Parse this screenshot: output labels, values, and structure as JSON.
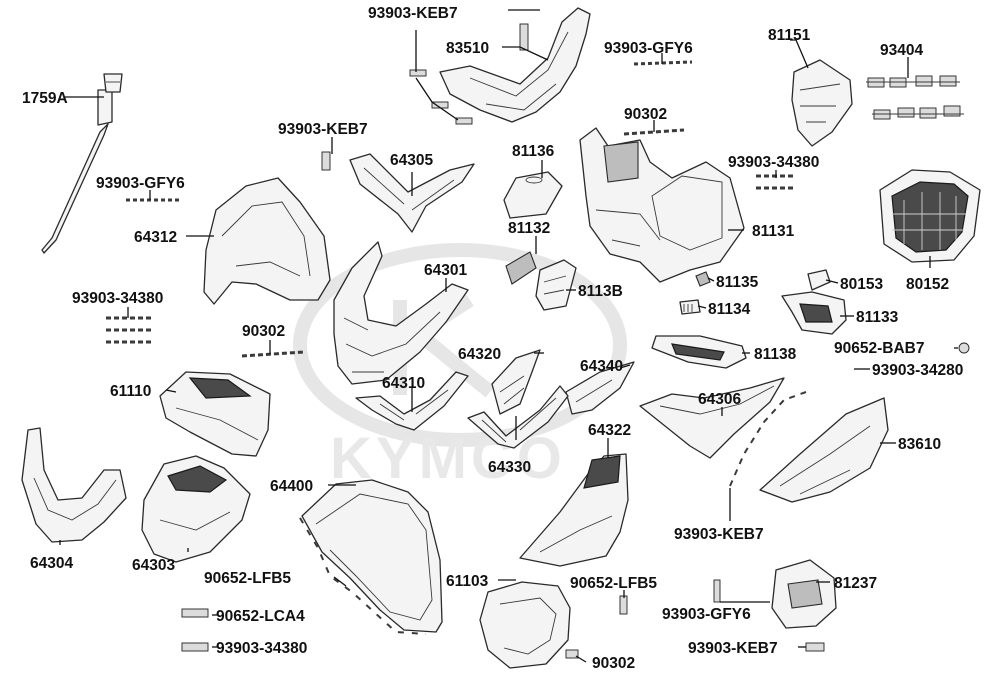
{
  "watermark": {
    "text": "KYMCO"
  },
  "labels": {
    "l_93903_keb7_top": "93903-KEB7",
    "l_83510": "83510",
    "l_93903_gfy6_top": "93903-GFY6",
    "l_81151": "81151",
    "l_93404": "93404",
    "l_1759a": "1759A",
    "l_93903_keb7_left": "93903-KEB7",
    "l_64305": "64305",
    "l_90302_top": "90302",
    "l_81136": "81136",
    "l_93903_34380_right": "93903-34380",
    "l_93903_gfy6_left": "93903-GFY6",
    "l_64312": "64312",
    "l_81132": "81132",
    "l_81131": "81131",
    "l_64301": "64301",
    "l_81135": "81135",
    "l_8113b": "8113B",
    "l_80153": "80153",
    "l_80152": "80152",
    "l_93903_34380_left": "93903-34380",
    "l_81134": "81134",
    "l_81133": "81133",
    "l_90302_left": "90302",
    "l_64320": "64320",
    "l_64340": "64340",
    "l_81138": "81138",
    "l_90652_bab7": "90652-BAB7",
    "l_93903_34280": "93903-34280",
    "l_61110": "61110",
    "l_64310": "64310",
    "l_64306": "64306",
    "l_64322": "64322",
    "l_83610": "83610",
    "l_64330": "64330",
    "l_64400": "64400",
    "l_93903_keb7_right": "93903-KEB7",
    "l_64304": "64304",
    "l_64303": "64303",
    "l_90652_lfb5_left": "90652-LFB5",
    "l_61103": "61103",
    "l_90652_lfb5_mid": "90652-LFB5",
    "l_81237": "81237",
    "l_90652_lca4": "90652-LCA4",
    "l_93903_gfy6_bottom": "93903-GFY6",
    "l_93903_34380_bottom": "93903-34380",
    "l_93903_keb7_bottom": "93903-KEB7",
    "l_90302_bottom": "90302"
  }
}
